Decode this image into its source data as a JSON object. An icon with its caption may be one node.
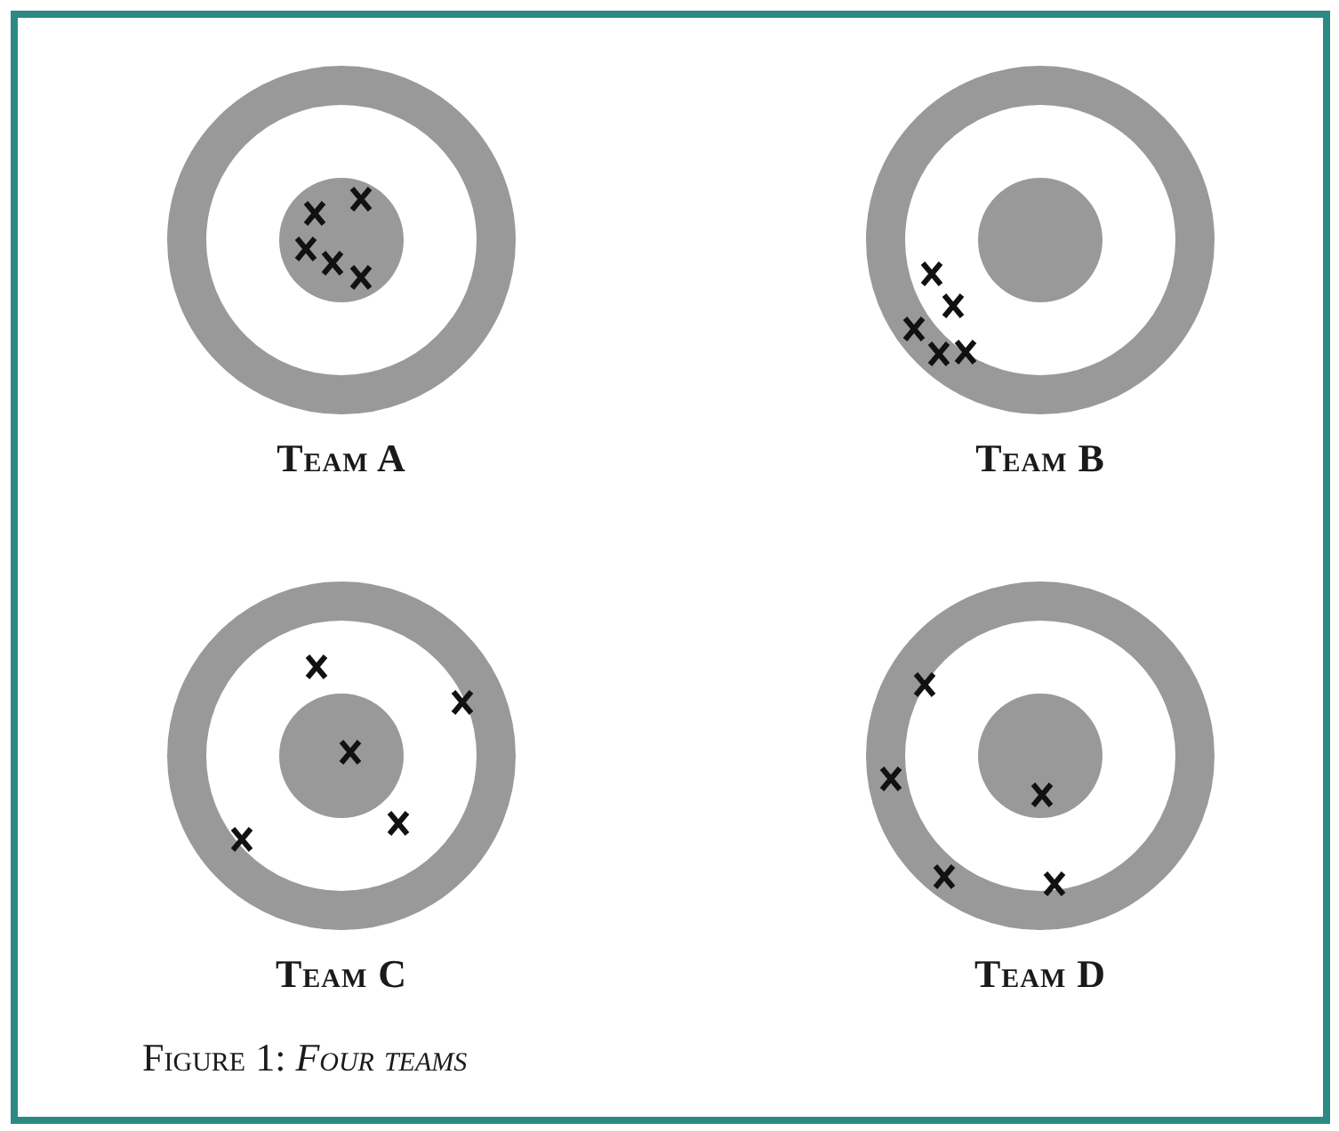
{
  "diagram": {
    "caption": "Figure 1: *Four teams*",
    "labels": [
      "Team A",
      "Team B",
      "Team C",
      "Team D"
    ]
  }
}
